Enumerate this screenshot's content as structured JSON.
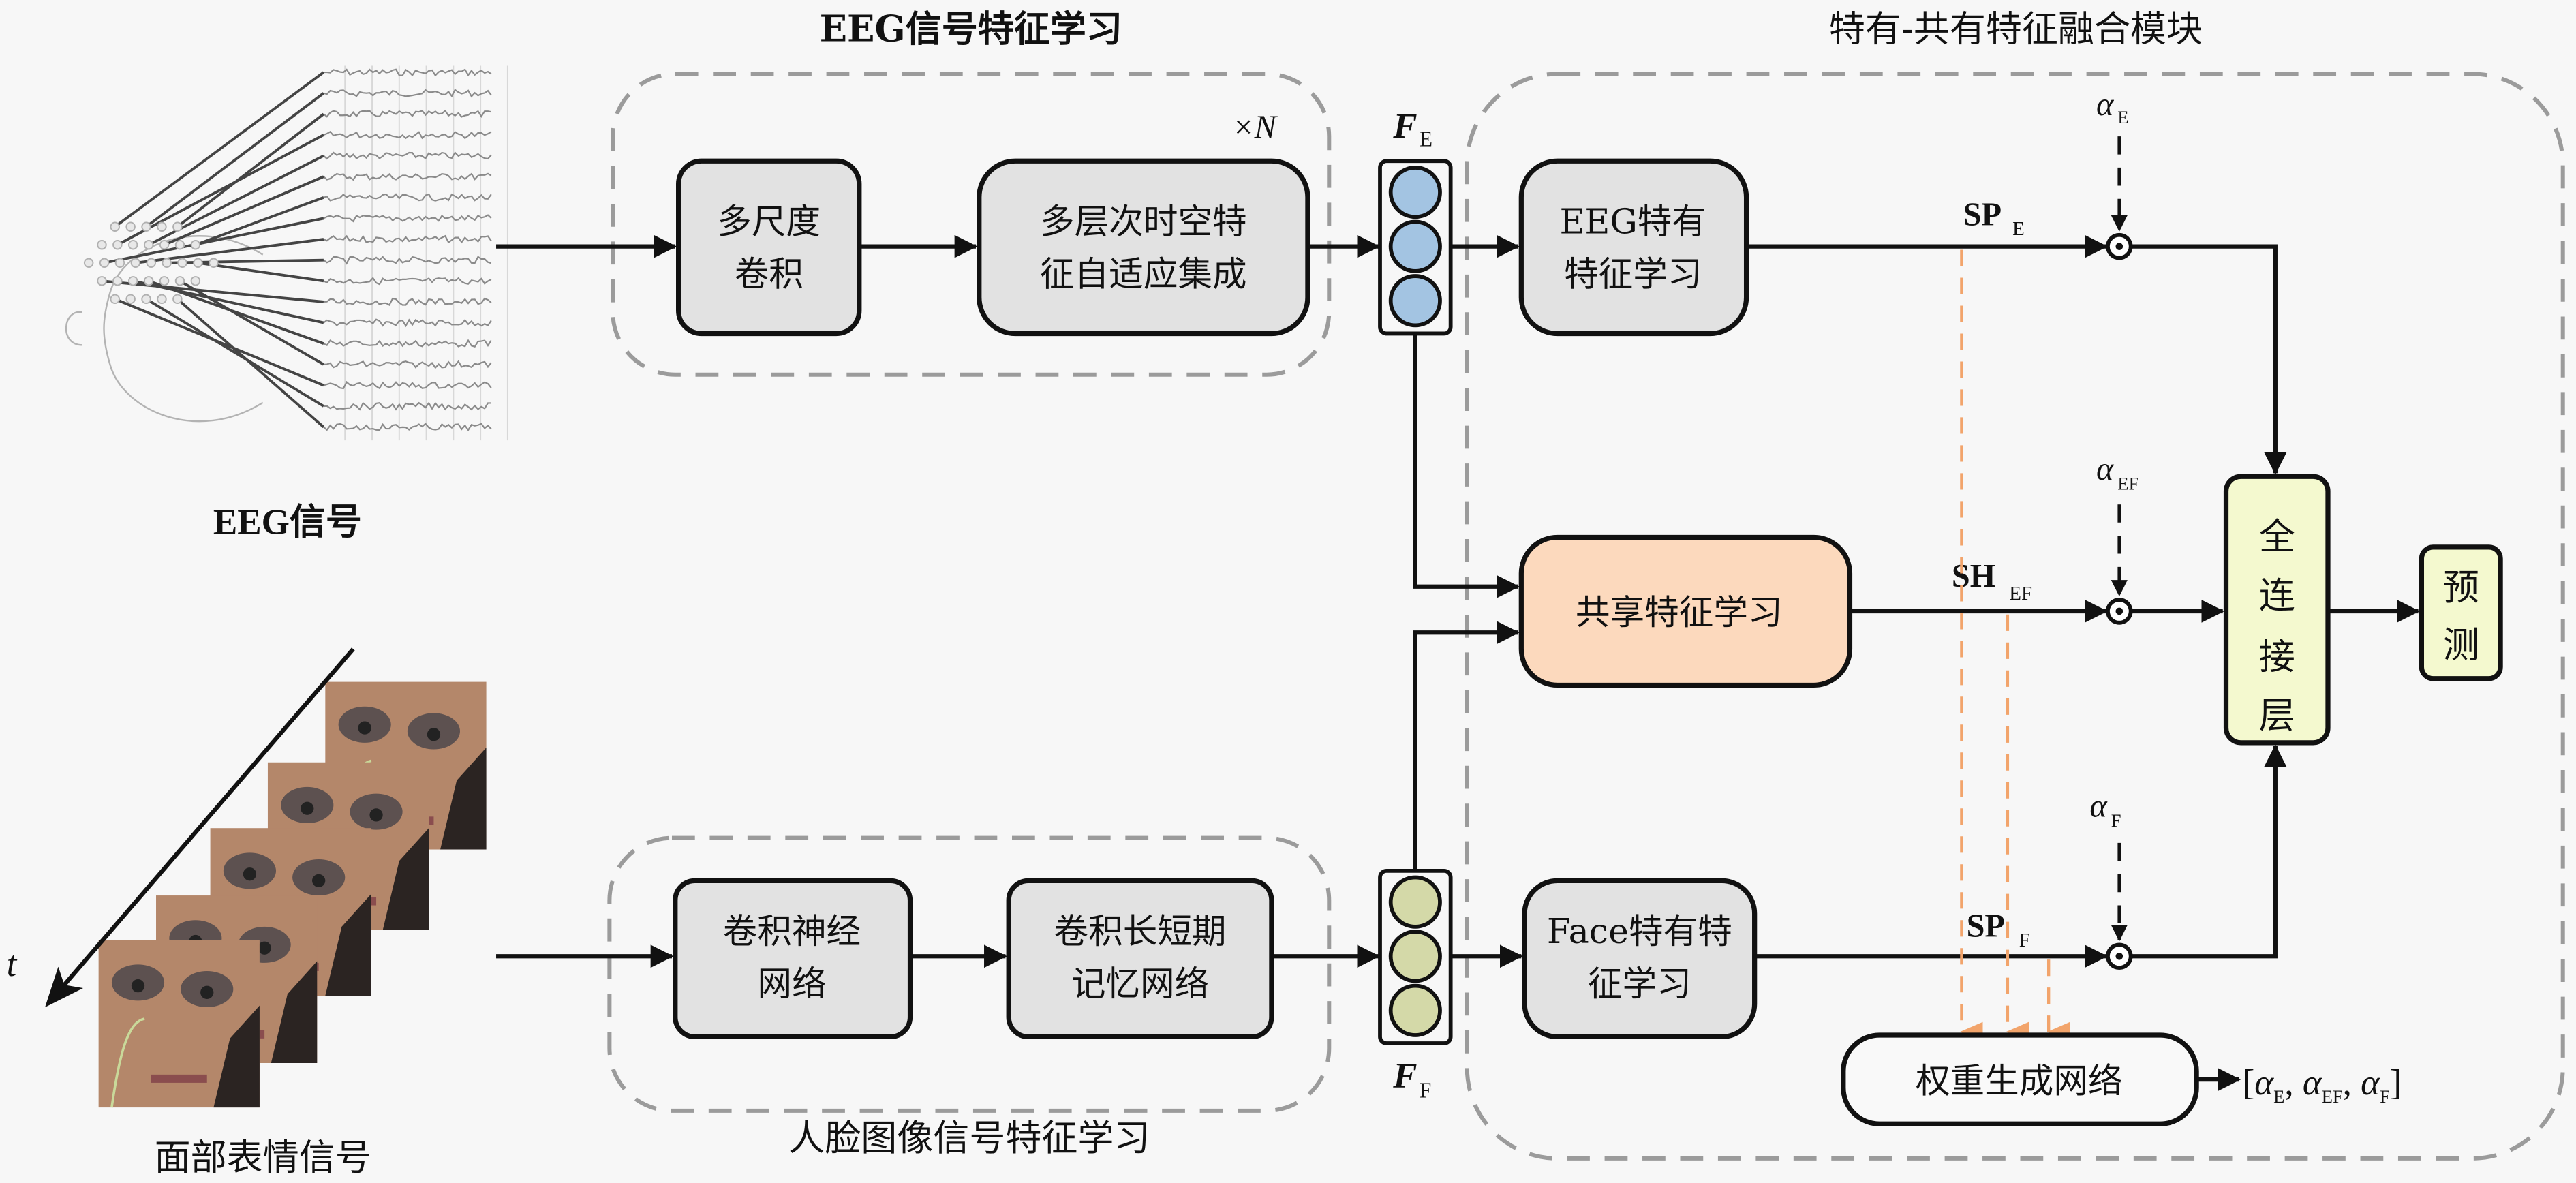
{
  "titles": {
    "eeg_group": "EEG信号特征学习",
    "fusion_group": "特有-共有特征融合模块",
    "face_group": "人脸图像信号特征学习"
  },
  "inputs": {
    "eeg_label": "EEG信号",
    "face_label": "面部表情信号",
    "time_axis": "t"
  },
  "eeg_branch": {
    "block1": [
      "多尺度",
      "卷积"
    ],
    "block2": [
      "多层次时空特",
      "征自适应集成"
    ],
    "repeat": "×N",
    "feature": {
      "symbol": "F",
      "sub": "E",
      "color": "#a3c4e2"
    }
  },
  "face_branch": {
    "block1": [
      "卷积神经",
      "网络"
    ],
    "block2": [
      "卷积长短期",
      "记忆网络"
    ],
    "feature": {
      "symbol": "F",
      "sub": "F",
      "color": "#d4d9a8"
    }
  },
  "fusion": {
    "eeg_specific": [
      "EEG特有",
      "特征学习"
    ],
    "shared": "共享特征学习",
    "face_specific": [
      "Face特有特",
      "征学习"
    ],
    "sp_e": {
      "main": "SP",
      "sub": "E"
    },
    "sh_ef": {
      "main": "SH",
      "sub": "EF"
    },
    "sp_f": {
      "main": "SP",
      "sub": "F"
    },
    "alpha_e": {
      "main": "α",
      "sub": "E"
    },
    "alpha_ef": {
      "main": "α",
      "sub": "EF"
    },
    "alpha_f": {
      "main": "α",
      "sub": "F"
    },
    "fc_layer": [
      "全",
      "连",
      "接",
      "层"
    ],
    "predict": [
      "预",
      "测"
    ],
    "weight_net": "权重生成网络",
    "weight_output": {
      "open": "[",
      "items": [
        {
          "main": "α",
          "sub": "E"
        },
        {
          "main": "α",
          "sub": "EF"
        },
        {
          "main": "α",
          "sub": "F"
        }
      ],
      "sep": ", ",
      "close": "]"
    }
  },
  "colors": {
    "gray_box": "#e2e2e2",
    "shared_box": "#fcd9bd",
    "fc_box": "#f4f9cf",
    "weight_arrows": "#f2a46b",
    "group_border": "#9b9b9b"
  }
}
